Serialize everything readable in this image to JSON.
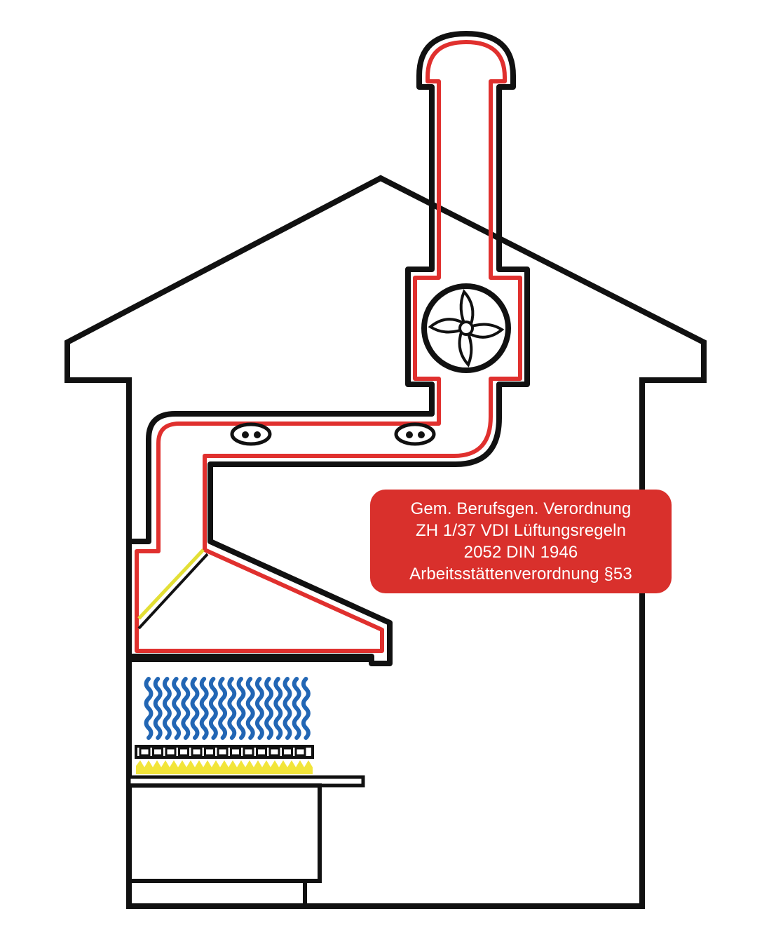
{
  "colors": {
    "outline": "#111111",
    "duct_lining": "#e0302e",
    "grease_filter": "#e3df35",
    "flames": "#f2e53a",
    "heat_waves": "#2266b4",
    "label_background": "#d9302c",
    "label_text": "#ffffff"
  },
  "icons": {
    "fan": "exhaust-fan-icon",
    "cleaning_port": "duct-inspection-opening-icon",
    "burner": "gas-burner-icon",
    "heat": "rising-heat-waves-icon"
  },
  "label": {
    "lines": [
      "Gem. Berufsgen. Verordnung",
      "ZH 1/37 VDI Lüftungsregeln",
      "2052 DIN 1946",
      "Arbeitsstättenverordnung §53"
    ]
  }
}
